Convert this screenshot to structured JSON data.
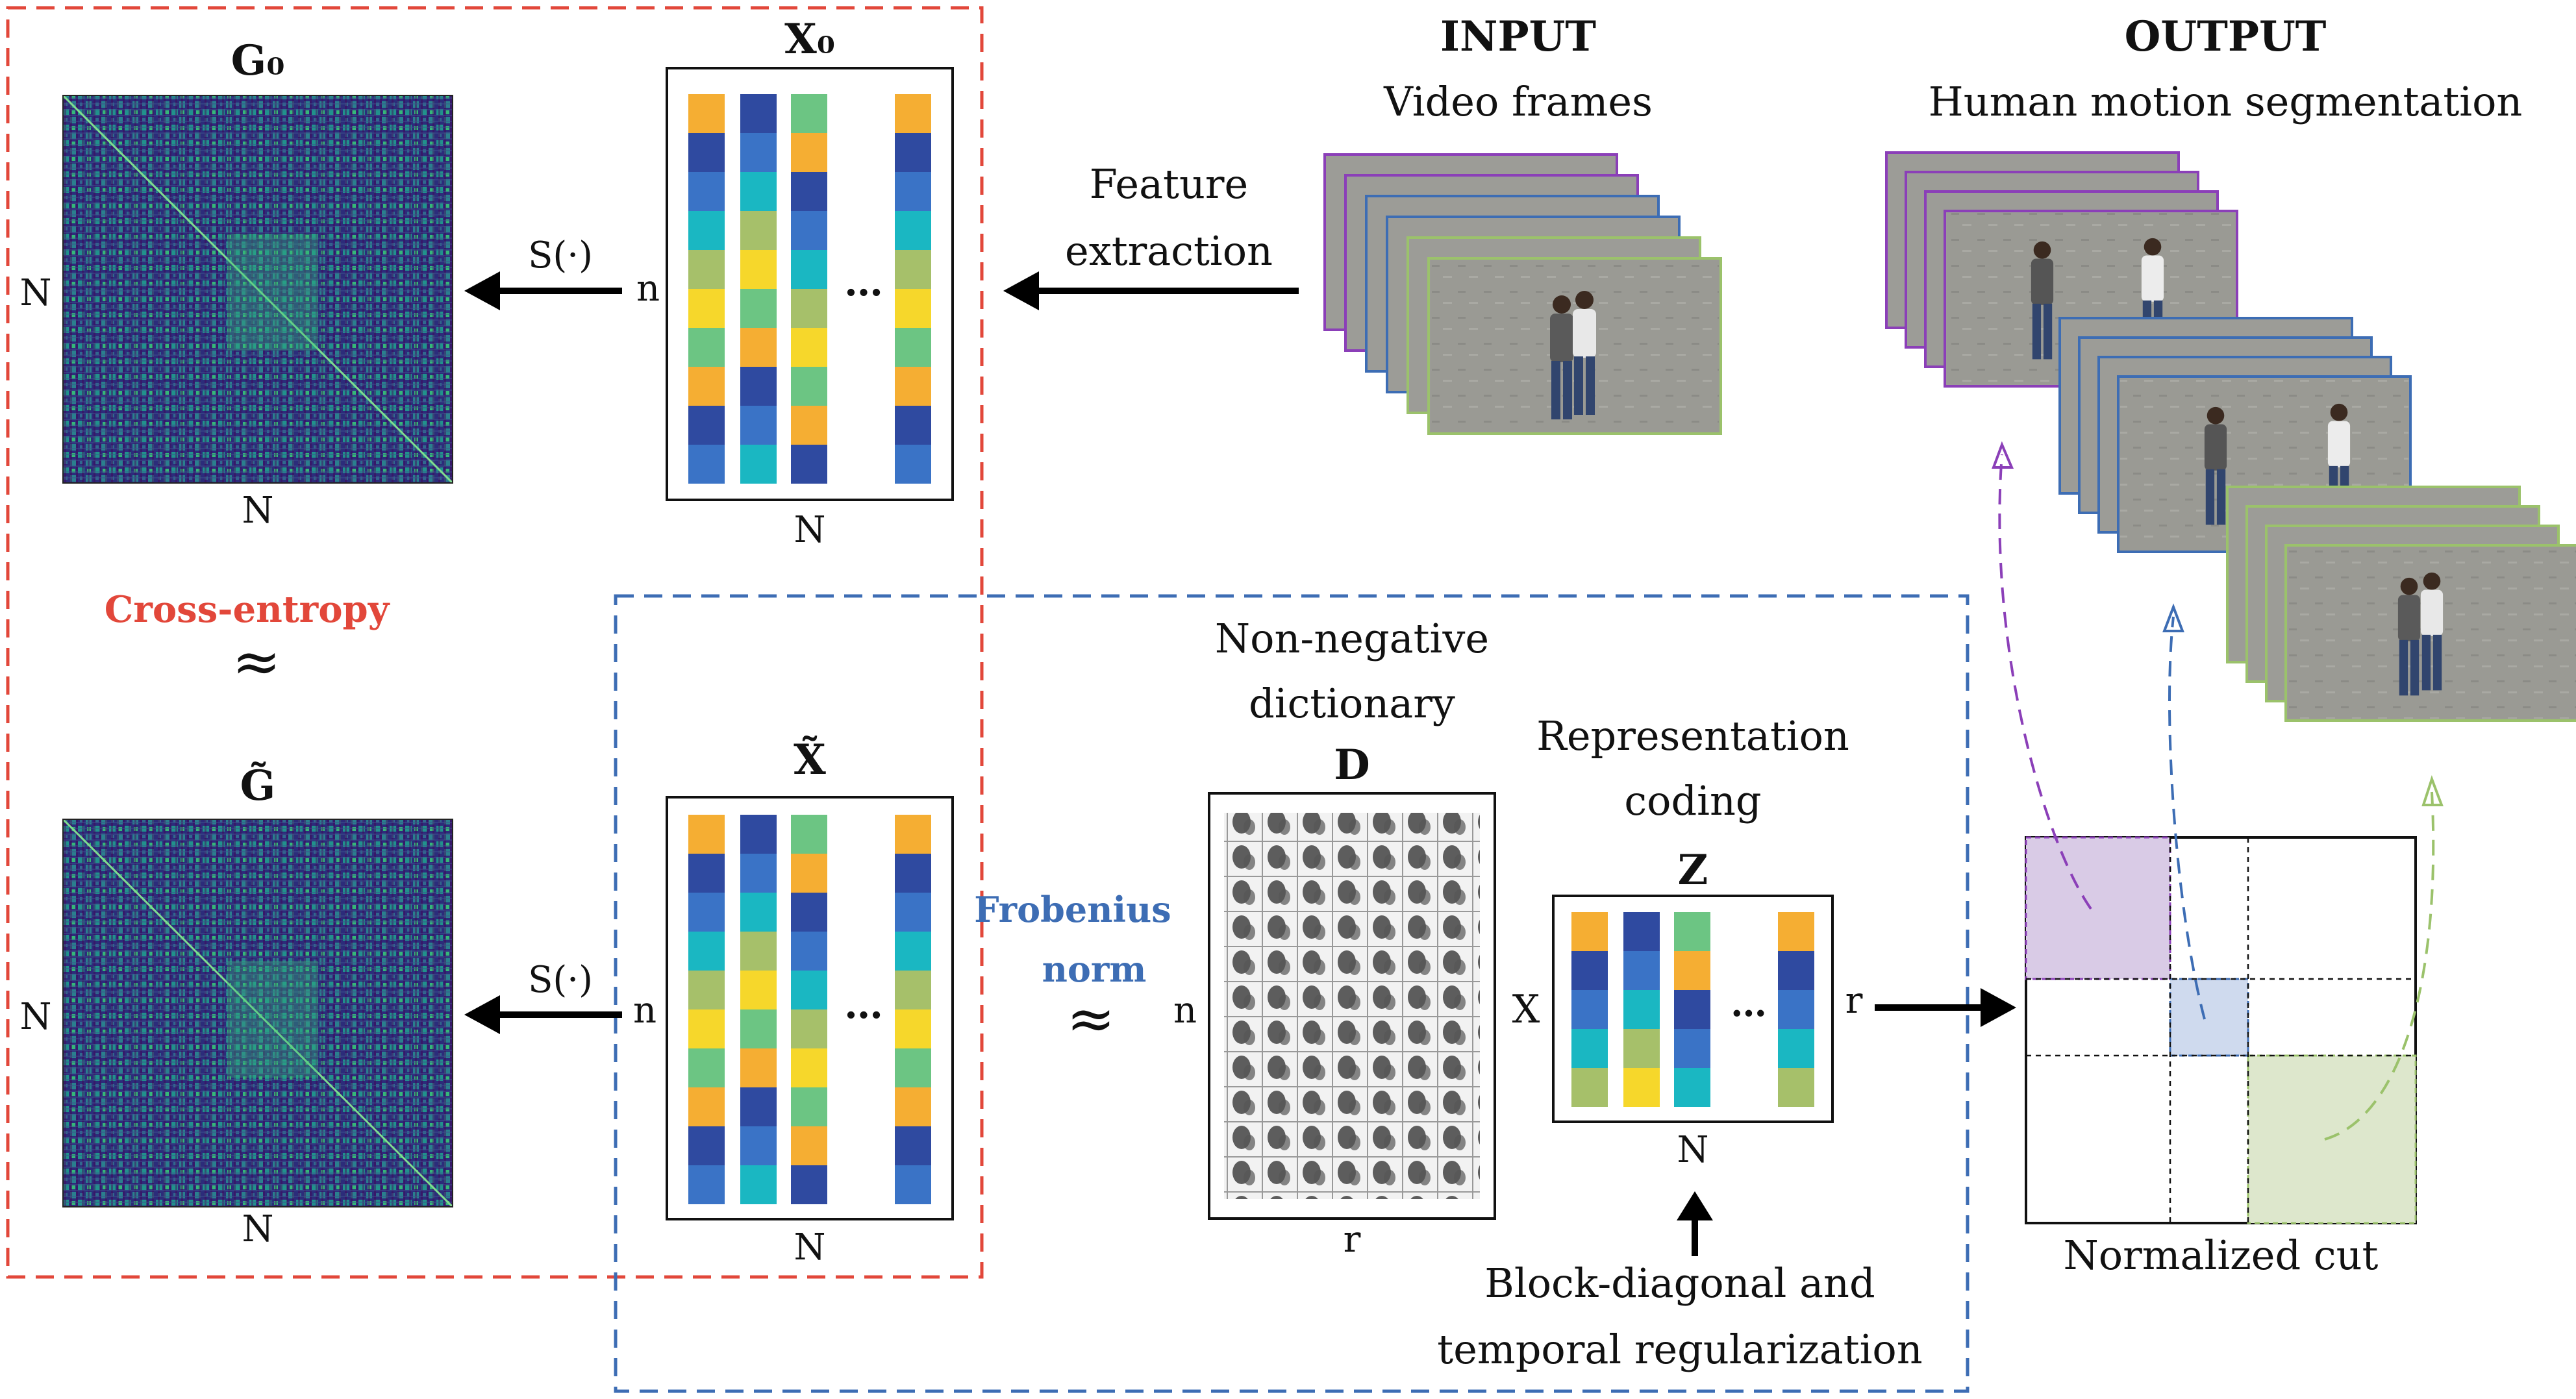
{
  "labels": {
    "g0": "G₀",
    "x0": "X₀",
    "g_tilde": "G̃",
    "x_tilde": "X̃",
    "n_label": "n",
    "N_label": "N",
    "r_label": "r",
    "s_op": "S(·)",
    "dots": "…",
    "approx": "≈",
    "times": "X",
    "cross_entropy": "Cross-entropy",
    "frobenius_1": "Frobenius",
    "frobenius_2": "norm",
    "feature_1": "Feature",
    "feature_2": "extraction",
    "input_title": "INPUT",
    "input_sub": "Video frames",
    "output_title": "OUTPUT",
    "output_sub": "Human motion segmentation",
    "dict_1": "Non-negative",
    "dict_2": "dictionary",
    "dict_D": "D",
    "repr_1": "Representation",
    "repr_2": "coding",
    "repr_Z": "Z",
    "reg_1": "Block-diagonal and",
    "reg_2": "temporal regularization",
    "ncut": "Normalized cut"
  },
  "colors": {
    "red": "#e2473a",
    "blue": "#3d6db4",
    "purple": "#8b3fb8",
    "green": "#9bc26b",
    "teal": "#1ab7c2",
    "yellow": "#f6d72b",
    "orange": "#f5ae33",
    "navy": "#2f4aa0",
    "mid_blue": "#3a73c6",
    "olive_green": "#a6c06a",
    "mint": "#6cc583"
  },
  "icons": [
    "arrow-left-icon",
    "arrow-right-icon",
    "arrow-up-icon",
    "approx-icon"
  ]
}
